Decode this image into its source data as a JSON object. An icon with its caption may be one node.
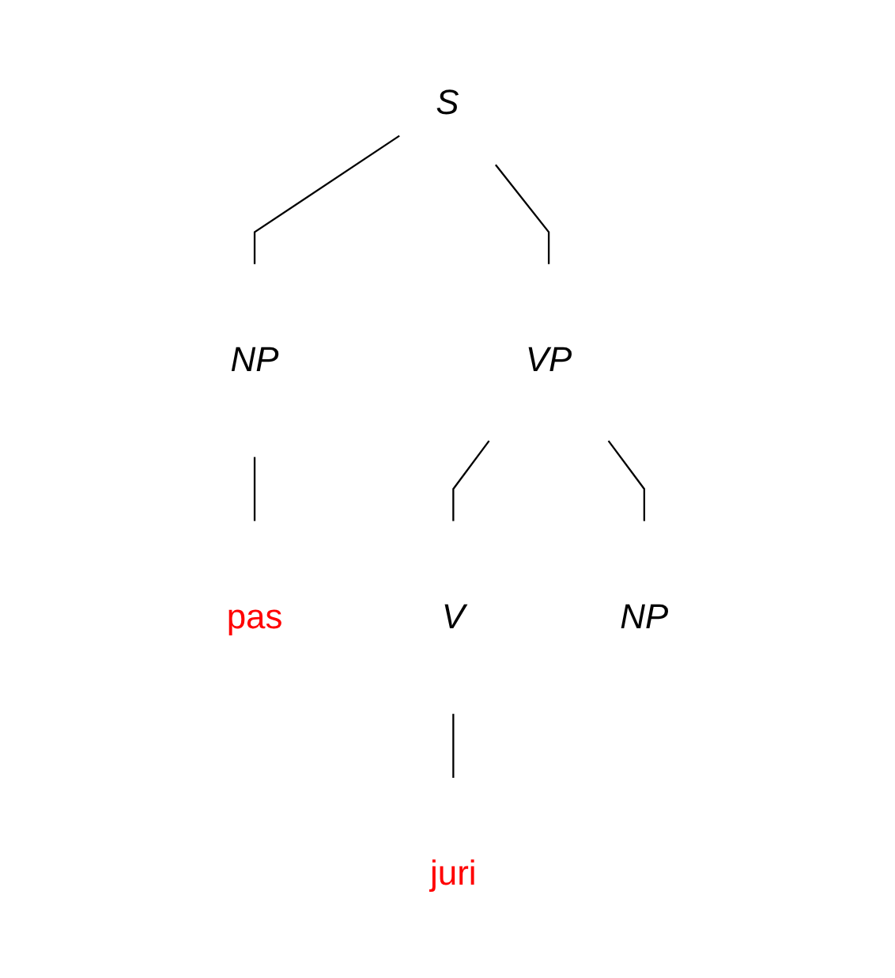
{
  "diagram": {
    "nodes": [
      {
        "text": [
          "S"
        ]
      },
      {
        "text": [
          "NP"
        ]
      },
      {
        "text": [
          "VP"
        ]
      },
      {
        "text": [
          "pas"
        ]
      },
      {
        "text": [
          "V"
        ]
      },
      {
        "text": [
          "NP"
        ]
      },
      {
        "text": [
          "juri"
        ]
      }
    ],
    "edges": [
      {
        "from": 0,
        "to": 1,
        "arrow": "none"
      },
      {
        "from": 0,
        "to": 2,
        "arrow": "none"
      },
      {
        "from": 1,
        "to": 3,
        "arrow": "none"
      },
      {
        "from": 2,
        "to": 4,
        "arrow": "none"
      },
      {
        "from": 2,
        "to": 5,
        "arrow": "none"
      },
      {
        "from": 4,
        "to": 6,
        "arrow": "none"
      }
    ]
  }
}
